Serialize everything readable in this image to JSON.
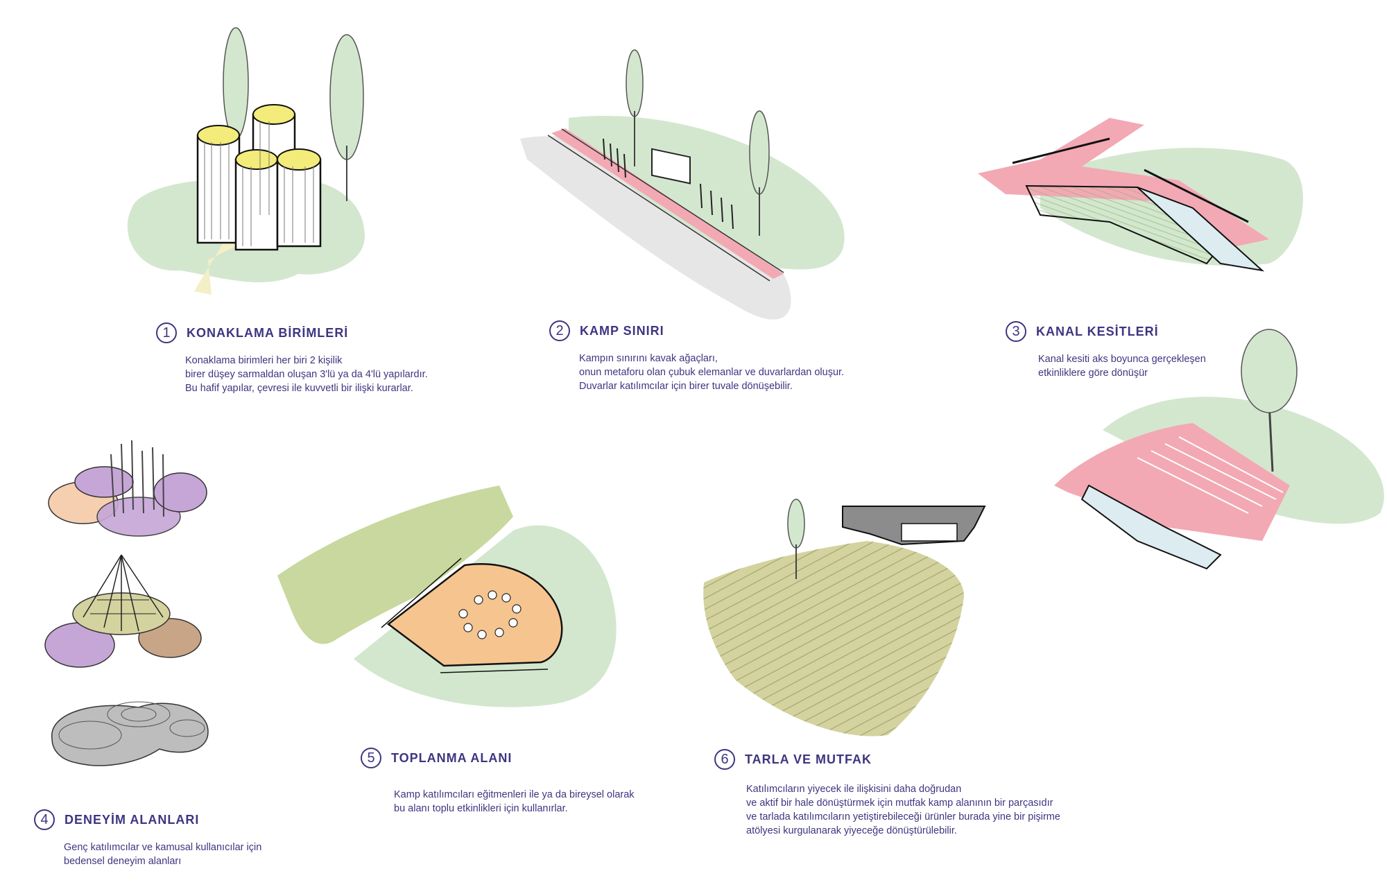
{
  "sections": [
    {
      "number": "1",
      "title": "KONAKLAMA BİRİMLERİ",
      "lines": [
        "Konaklama birimleri her biri 2 kişilik",
        "birer düşey sarmaldan oluşan 3'lü ya da 4'lü yapılardır.",
        "Bu hafif yapılar, çevresi ile kuvvetli bir ilişki kurarlar."
      ]
    },
    {
      "number": "2",
      "title": "KAMP SINIRI",
      "lines": [
        "Kampın sınırını kavak ağaçları,",
        "onun metaforu olan çubuk elemanlar ve duvarlardan oluşur.",
        "Duvarlar katılımcılar için birer tuvale dönüşebilir."
      ]
    },
    {
      "number": "3",
      "title": "KANAL KESİTLERİ",
      "lines": [
        "Kanal kesiti aks boyunca gerçekleşen",
        "etkinliklere göre dönüşür"
      ]
    },
    {
      "number": "4",
      "title": "DENEYİM ALANLARI",
      "lines": [
        "Genç katılımcılar ve kamusal kullanıcılar için",
        "bedensel deneyim alanları"
      ]
    },
    {
      "number": "5",
      "title": "TOPLANMA ALANI",
      "lines": [
        "Kamp katılımcıları eğitmenleri ile ya da bireysel olarak",
        "bu alanı toplu etkinlikleri için kullanırlar."
      ]
    },
    {
      "number": "6",
      "title": "TARLA VE MUTFAK",
      "lines": [
        "Katılımcıların yiyecek ile ilişkisini daha doğrudan",
        "ve aktif bir hale dönüştürmek için mutfak kamp alanının bir parçasıdır",
        "ve tarlada katılımcıların yetiştirebileceği ürünler burada yine bir pişirme",
        "atölyesi kurgulanarak yiyeceğe dönüştürülebilir."
      ]
    }
  ],
  "colors": {
    "text": "#3d3580",
    "green": "#d3e7cf",
    "pink": "#f2a9b4",
    "yellow": "#f3ec7a",
    "orange": "#f5c48f",
    "purple": "#c6a6d6",
    "peach": "#f6cfb0",
    "brown": "#c9a588",
    "olive": "#d4d39f",
    "grey": "#e6e6e6",
    "lightblue": "#dcecf1"
  }
}
